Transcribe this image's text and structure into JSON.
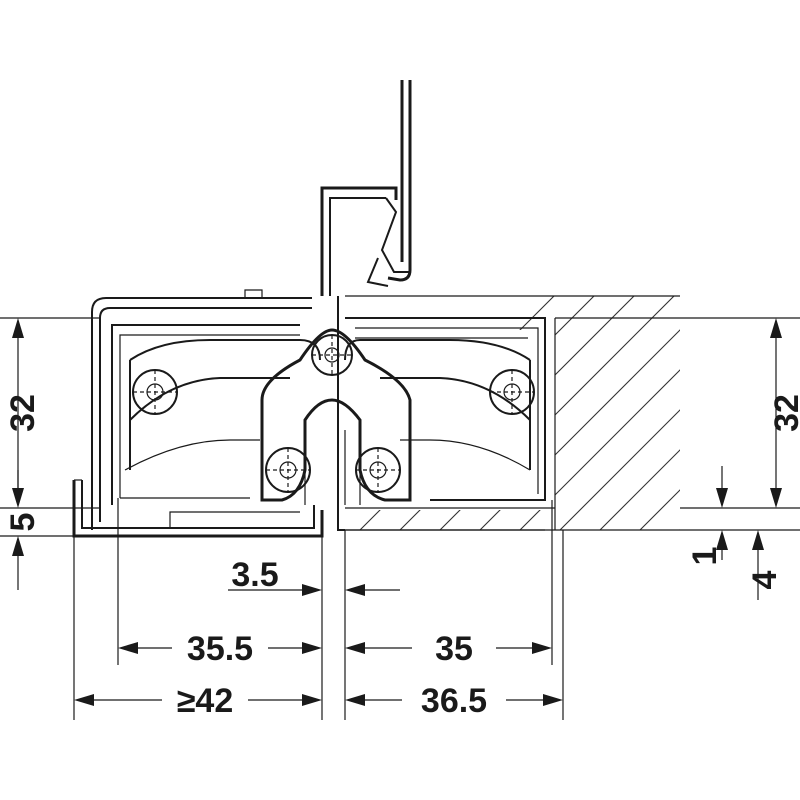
{
  "dimensions": {
    "height_left": "32",
    "offset_left": "5",
    "height_right": "32",
    "gap_small": "1",
    "offset_right": "4",
    "gap_center": "3.5",
    "width_left": "35.5",
    "width_right": "35",
    "min_width_left": "≥42",
    "width_right_total": "36.5"
  }
}
